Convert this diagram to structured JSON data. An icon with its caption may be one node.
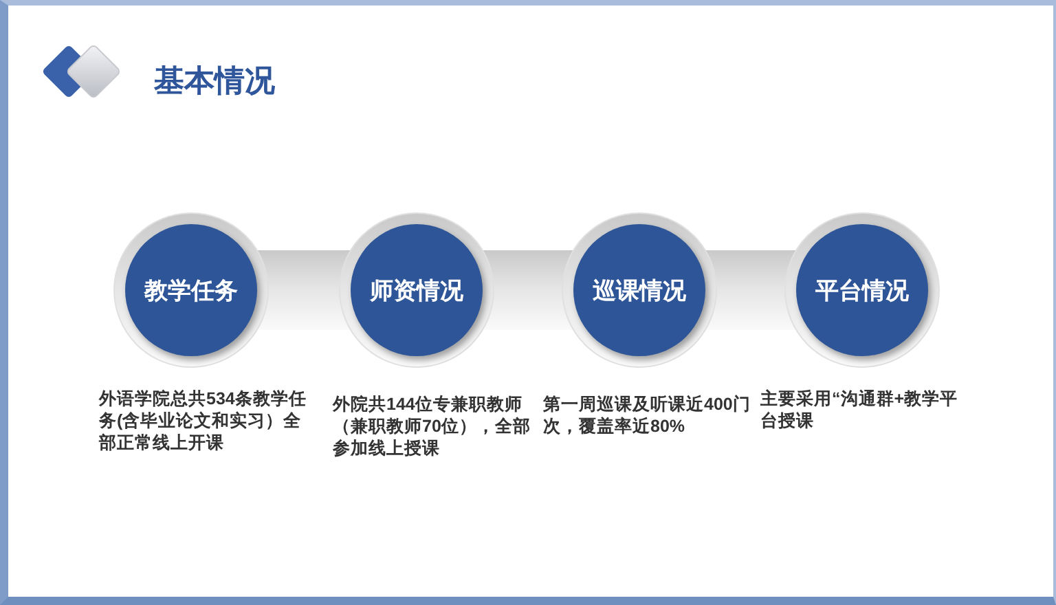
{
  "diagram": {
    "title": "基本情况",
    "nodes": [
      {
        "text": [
          "教学任务"
        ],
        "beside": [
          "外语学院总共**534**条教学任务(含毕业论文和实习）全部正常线上开课"
        ]
      },
      {
        "text": [
          "师资情况"
        ],
        "beside": [
          "外院共**144**位专兼职教师（兼职教师**70**位），全部参加线上授课"
        ]
      },
      {
        "text": [
          "巡课情况"
        ],
        "beside": [
          "第一周巡课及听课近**400**门次，覆盖率近**80%**"
        ]
      },
      {
        "text": [
          "平台情况"
        ],
        "beside": [
          "主要采用“沟通群+教学平台授课"
        ]
      }
    ]
  }
}
